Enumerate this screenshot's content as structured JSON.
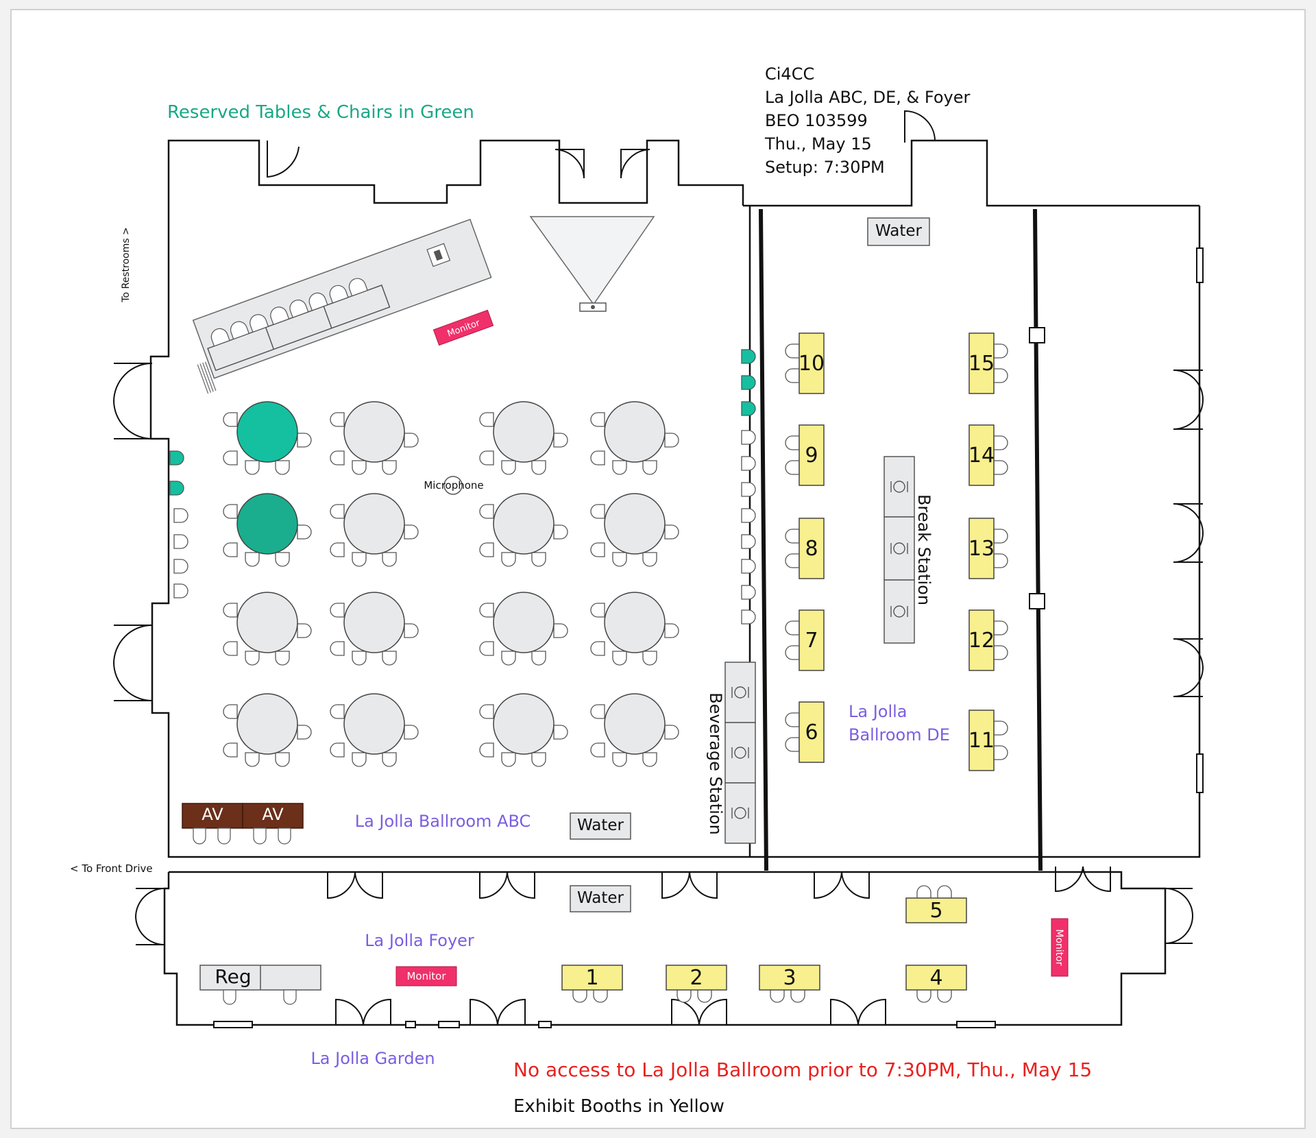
{
  "header": {
    "lines": [
      "Ci4CC",
      "La Jolla ABC, DE, & Foyer",
      "BEO 103599",
      "Thu., May 15",
      "Setup: 7:30PM"
    ]
  },
  "legend": {
    "reserved": "Reserved Tables & Chairs in Green",
    "exhibit": "Exhibit Booths in Yellow",
    "no_access": "No access to La Jolla Ballroom prior to 7:30PM, Thu., May 15"
  },
  "rooms": {
    "abc": "La Jolla Ballroom ABC",
    "de_line1": "La Jolla",
    "de_line2": "Ballroom DE",
    "foyer": "La Jolla Foyer",
    "garden": "La Jolla Garden"
  },
  "directions": {
    "restrooms": "To Restrooms >",
    "front_drive": "< To Front Drive"
  },
  "stations": {
    "break": "Break Station",
    "beverage": "Beverage Station",
    "water": "Water",
    "monitor": "Monitor",
    "microphone": "Microphone",
    "av": "AV",
    "reg": "Reg"
  },
  "booths": [
    "1",
    "2",
    "3",
    "4",
    "5",
    "6",
    "7",
    "8",
    "9",
    "10",
    "11",
    "12",
    "13",
    "14",
    "15"
  ],
  "colors": {
    "reserved": "#14c0a0",
    "reserved_dark": "#1aae8e",
    "booth": "#f8ef8e",
    "table": "#e8e9eb",
    "monitor": "#f0306a",
    "av": "#6b2f1a",
    "room_label": "#7b5ee0",
    "reserved_text": "#1aa886",
    "warning": "#e8211e"
  }
}
